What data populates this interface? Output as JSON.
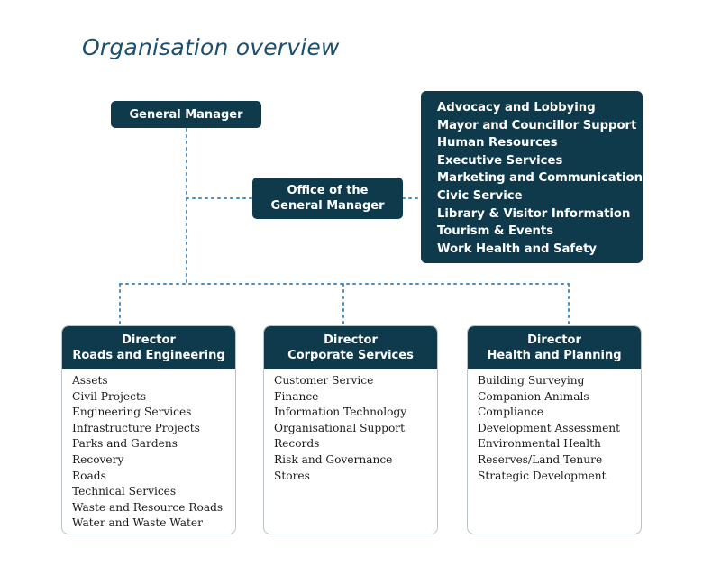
{
  "title": "Organisation overview",
  "colors": {
    "box_fill": "#0e3a4c",
    "title": "#1d4f6e",
    "connector": "#4a8bc2",
    "card_border": "#b9c3c8"
  },
  "general_manager": {
    "label": "General Manager"
  },
  "office_of_gm": {
    "line1": "Office of the",
    "line2": "General Manager",
    "functions": [
      "Advocacy and Lobbying",
      "Mayor and Councillor Support",
      "Human Resources",
      "Executive Services",
      "Marketing and Communications",
      "Civic Service",
      "Library & Visitor Information",
      "Tourism & Events",
      "Work Health and Safety"
    ]
  },
  "directors": [
    {
      "line1": "Director",
      "line2": "Roads and Engineering",
      "items": [
        "Assets",
        "Civil Projects",
        "Engineering Services",
        "Infrastructure Projects",
        "Parks and Gardens",
        "Recovery",
        "Roads",
        "Technical Services",
        "Waste and Resource Roads",
        "Water and Waste Water"
      ]
    },
    {
      "line1": "Director",
      "line2": "Corporate Services",
      "items": [
        "Customer Service",
        "Finance",
        "Information Technology",
        "Organisational Support",
        "Records",
        "Risk and Governance",
        "Stores"
      ]
    },
    {
      "line1": "Director",
      "line2": "Health and Planning",
      "items": [
        "Building Surveying",
        "Companion Animals",
        "Compliance",
        "Development Assessment",
        "Environmental Health",
        "Reserves/Land Tenure",
        "Strategic Development"
      ]
    }
  ]
}
